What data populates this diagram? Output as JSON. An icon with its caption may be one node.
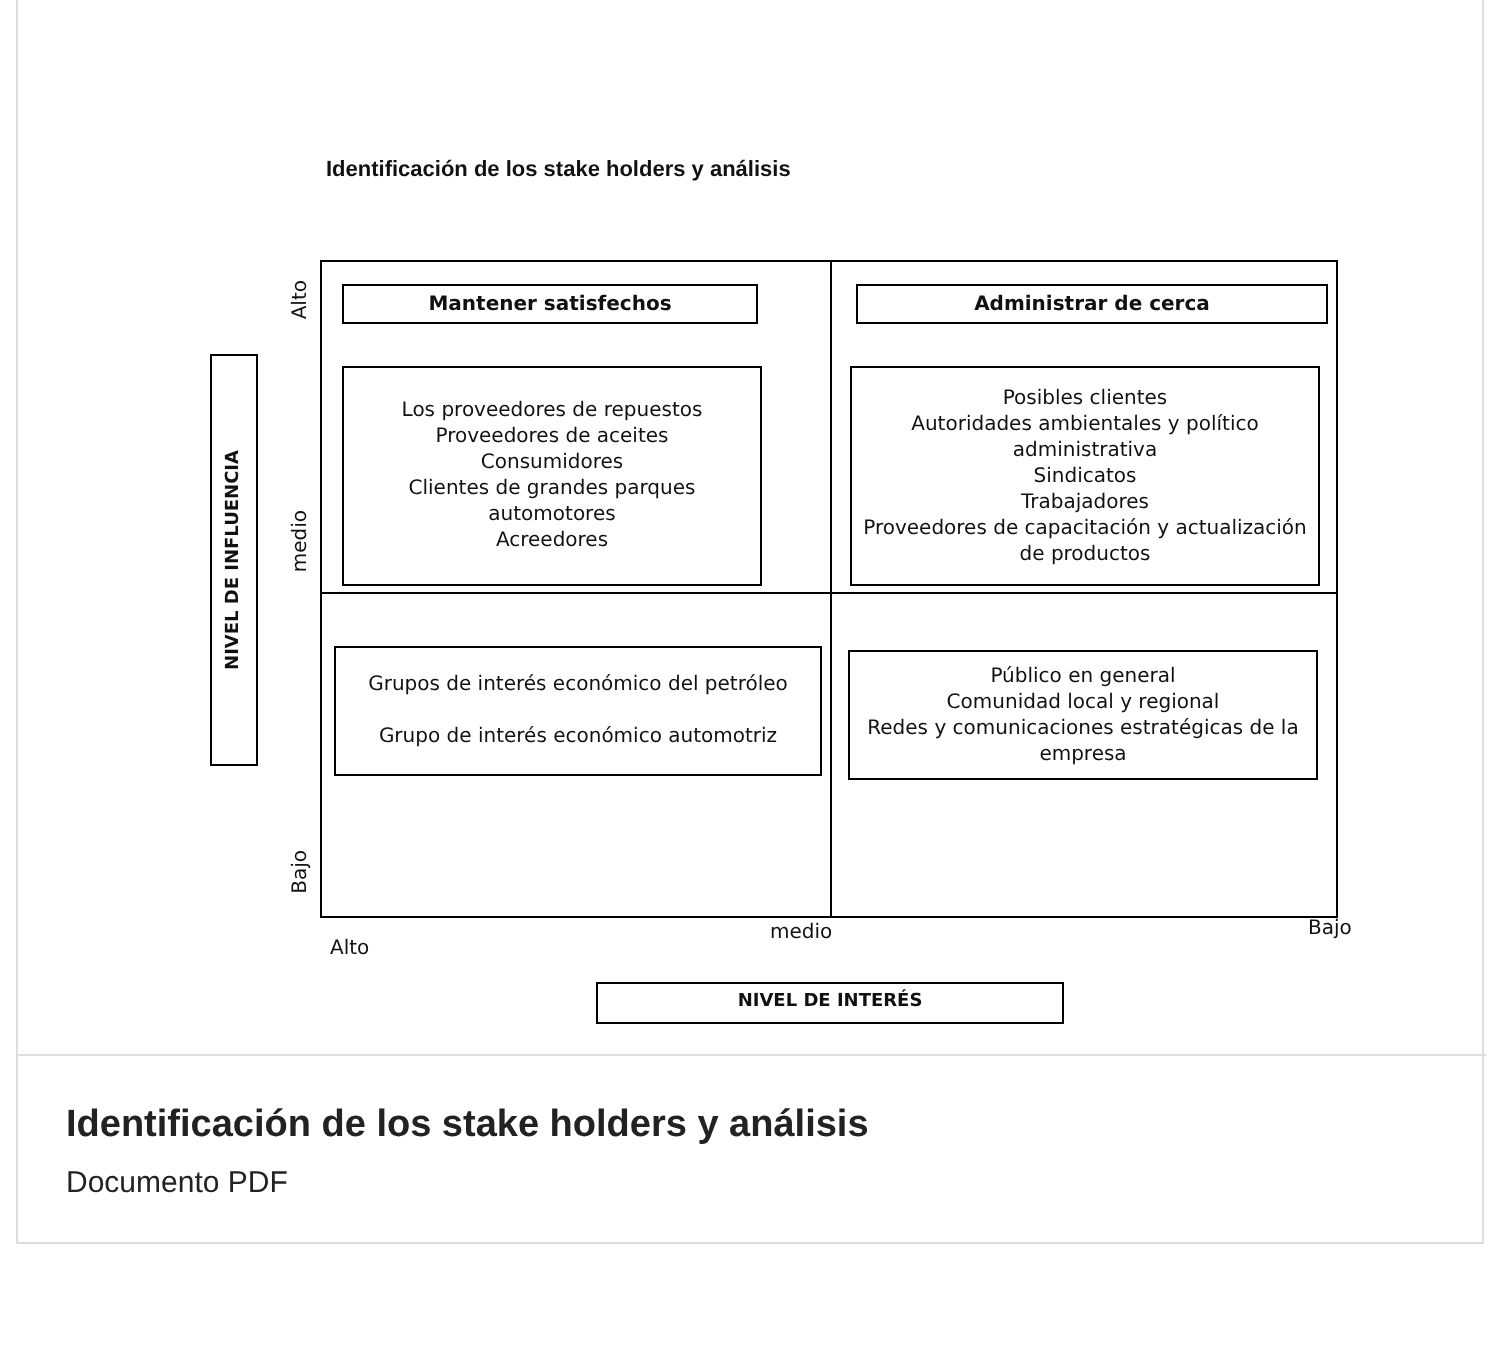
{
  "diagram": {
    "title": "Identificación de los stake holders y análisis",
    "nodes": [
      {
        "text": [
          "Mantener satisfechos"
        ]
      },
      {
        "text": [
          "Administrar de cerca"
        ]
      },
      {
        "text": [
          "Los proveedores  de repuestos",
          "Proveedores de aceites",
          "Consumidores",
          "Clientes de grandes parques automotores",
          "Acreedores"
        ]
      },
      {
        "text": [
          "Posibles clientes",
          "Autoridades ambientales y político administrativa",
          "Sindicatos",
          "Trabajadores",
          "Proveedores de capacitación y actualización de productos"
        ]
      },
      {
        "text": [
          "Grupos de interés  económico del petróleo",
          "Grupo de interés económico automotriz"
        ]
      },
      {
        "text": [
          "Público en general",
          "Comunidad local y regional",
          "Redes y comunicaciones estratégicas de la empresa"
        ]
      },
      {
        "text": [
          "NIVEL DE INFLUENCIA"
        ]
      },
      {
        "text": [
          "NIVEL DE INTERÉS"
        ]
      }
    ],
    "labels": [
      "Alto",
      "medio",
      "Bajo",
      "Alto",
      "medio",
      "Bajo",
      "Identificación de los stake holders y análisis",
      "Documento PDF"
    ]
  }
}
